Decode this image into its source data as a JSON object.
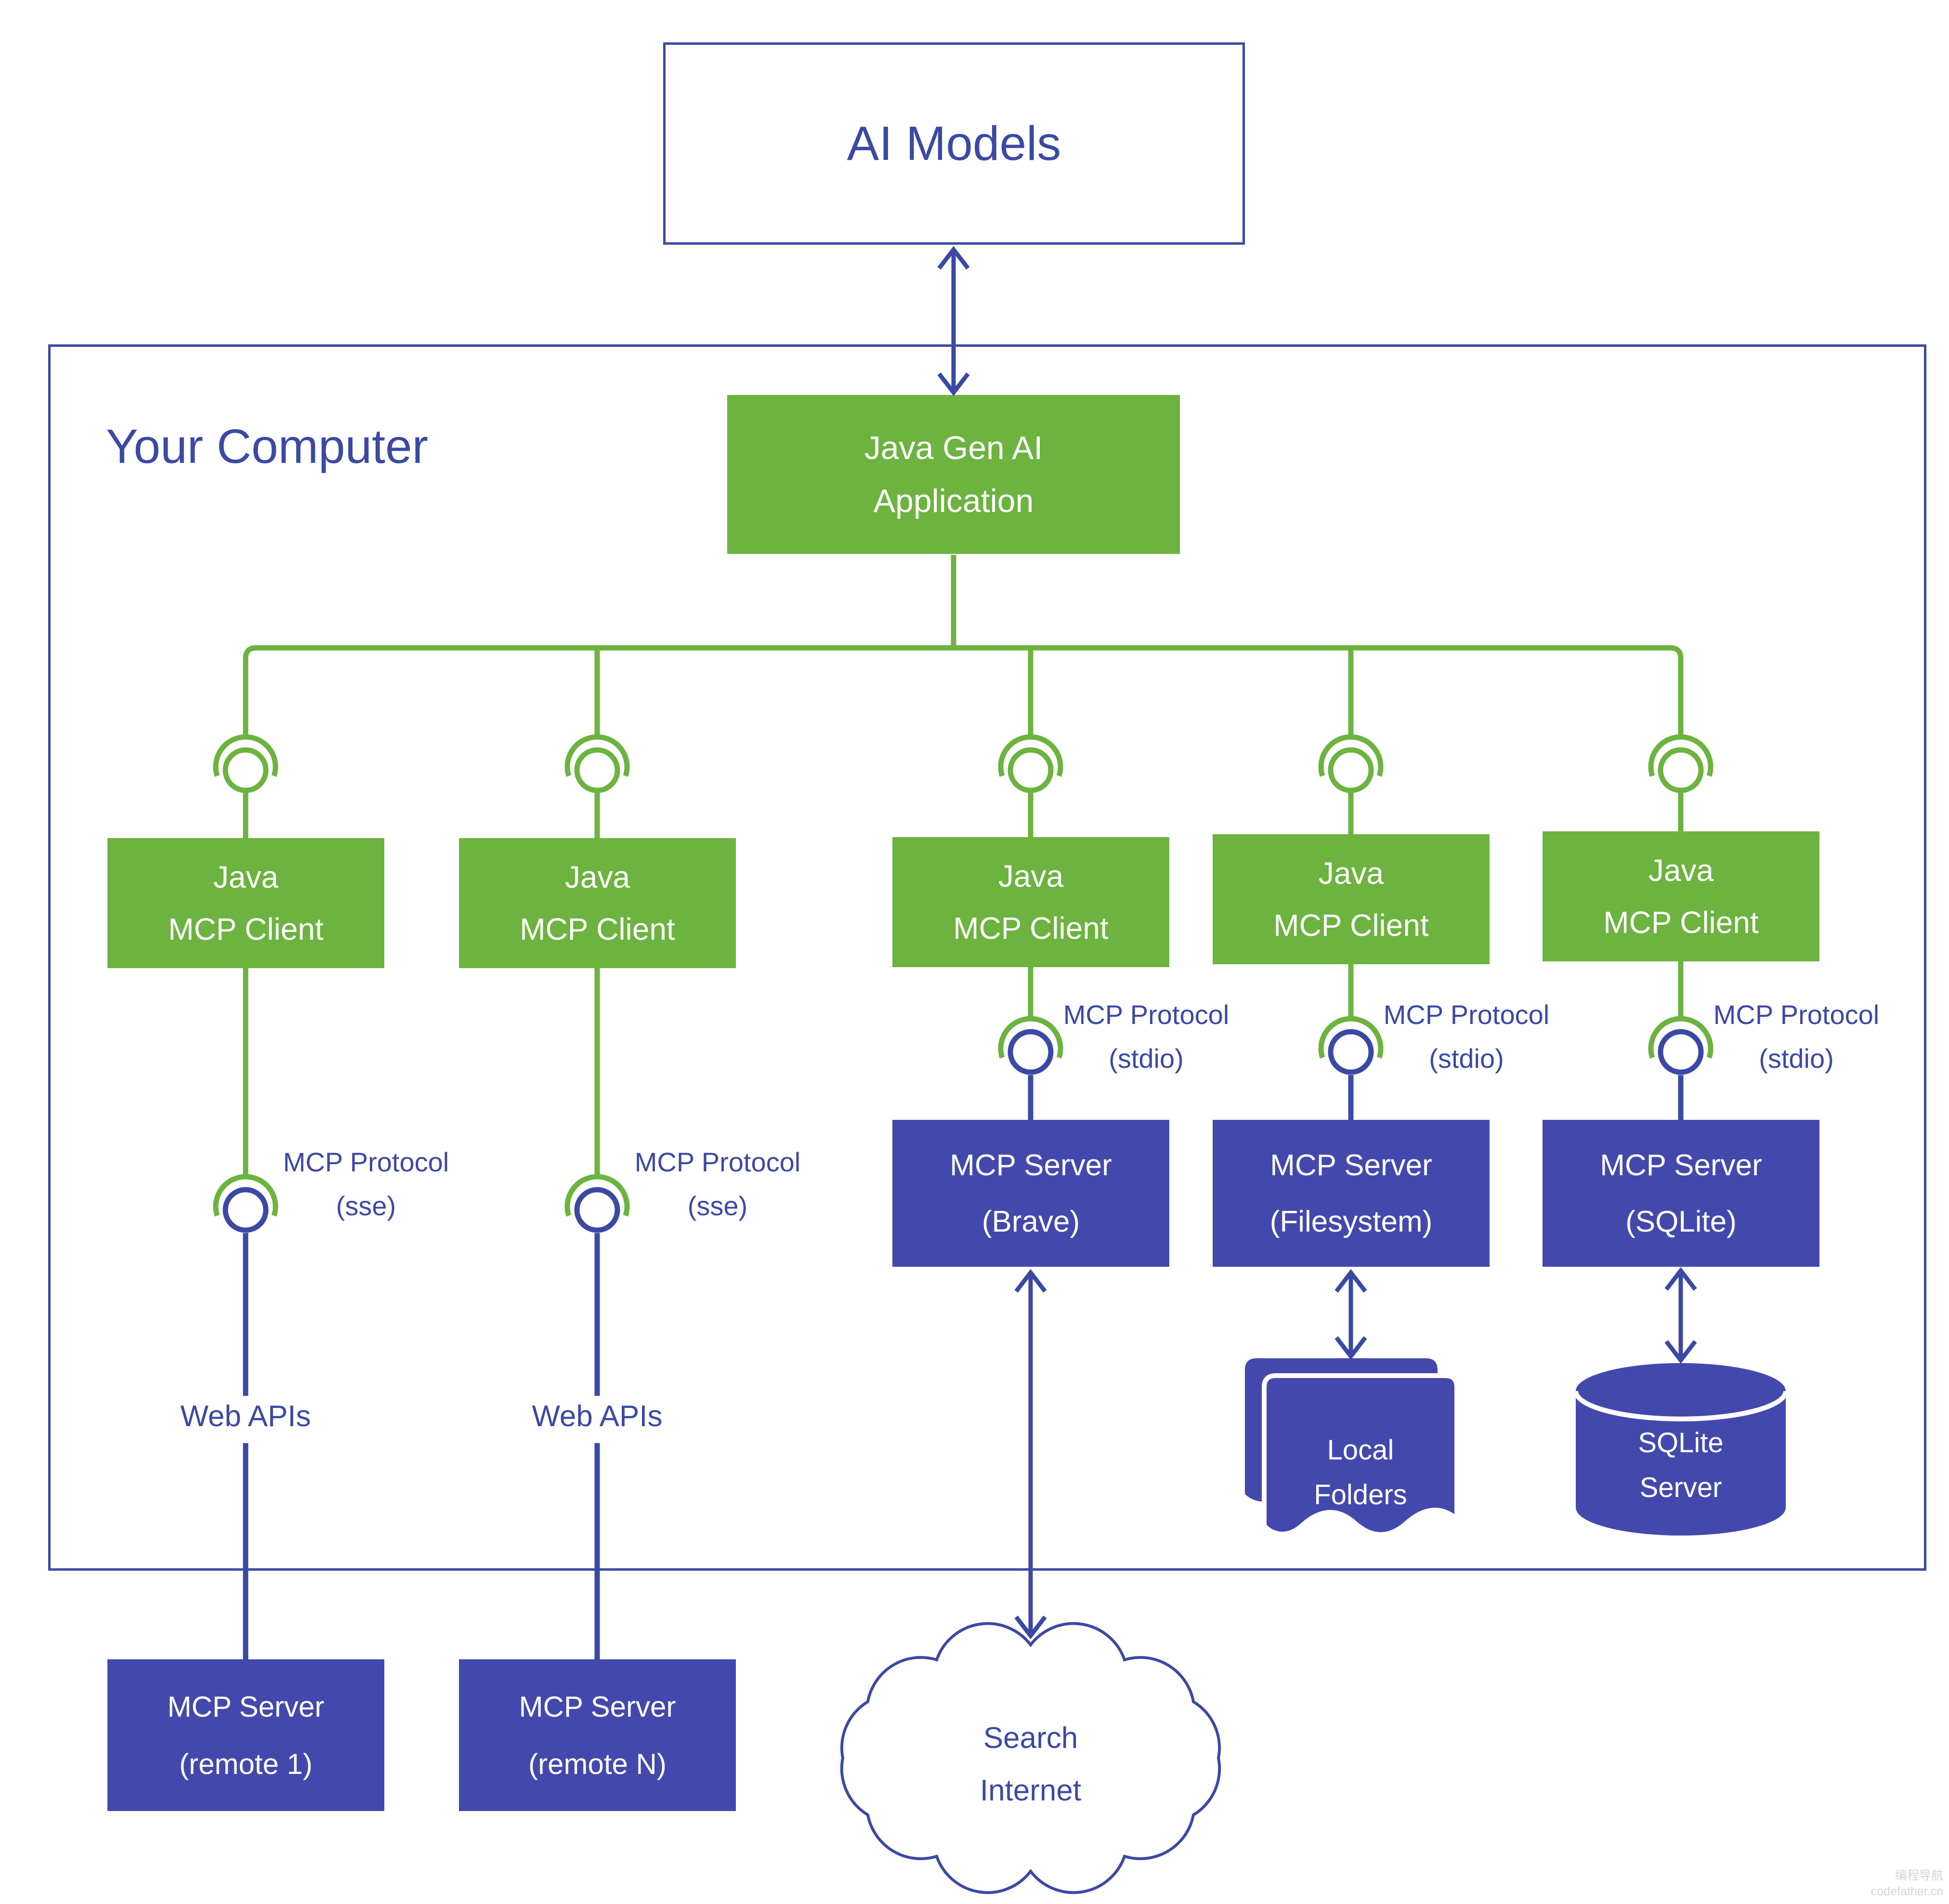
{
  "colors": {
    "green": "#6CB33F",
    "blue_fill": "#4349AC",
    "blue_line": "#3B49A5",
    "watermark": "#D5D5D5"
  },
  "ai_models": {
    "label": "AI Models"
  },
  "your_computer": {
    "label": "Your Computer"
  },
  "app": {
    "line1": "Java Gen AI",
    "line2": "Application"
  },
  "clients": [
    {
      "line1": "Java",
      "line2": "MCP Client"
    },
    {
      "line1": "Java",
      "line2": "MCP Client"
    },
    {
      "line1": "Java",
      "line2": "MCP Client"
    },
    {
      "line1": "Java",
      "line2": "MCP Client"
    },
    {
      "line1": "Java",
      "line2": "MCP Client"
    }
  ],
  "protocols": [
    {
      "line1": "MCP Protocol",
      "line2": "(sse)"
    },
    {
      "line1": "MCP Protocol",
      "line2": "(sse)"
    },
    {
      "line1": "MCP Protocol",
      "line2": "(stdio)"
    },
    {
      "line1": "MCP Protocol",
      "line2": "(stdio)"
    },
    {
      "line1": "MCP Protocol",
      "line2": "(stdio)"
    }
  ],
  "web_apis": {
    "label": "Web APIs"
  },
  "servers": [
    {
      "line1": "MCP Server",
      "line2": "(Brave)"
    },
    {
      "line1": "MCP Server",
      "line2": "(Filesystem)"
    },
    {
      "line1": "MCP Server",
      "line2": "(SQLite)"
    }
  ],
  "remote_servers": [
    {
      "line1": "MCP Server",
      "line2": "(remote 1)"
    },
    {
      "line1": "MCP Server",
      "line2": "(remote N)"
    }
  ],
  "local_folders": {
    "line1": "Local",
    "line2": "Folders"
  },
  "sqlite_db": {
    "line1": "SQLite",
    "line2": "Server"
  },
  "cloud": {
    "line1": "Search",
    "line2": "Internet"
  },
  "watermark": {
    "line1": "编程导航",
    "line2": "codefather.cn"
  }
}
